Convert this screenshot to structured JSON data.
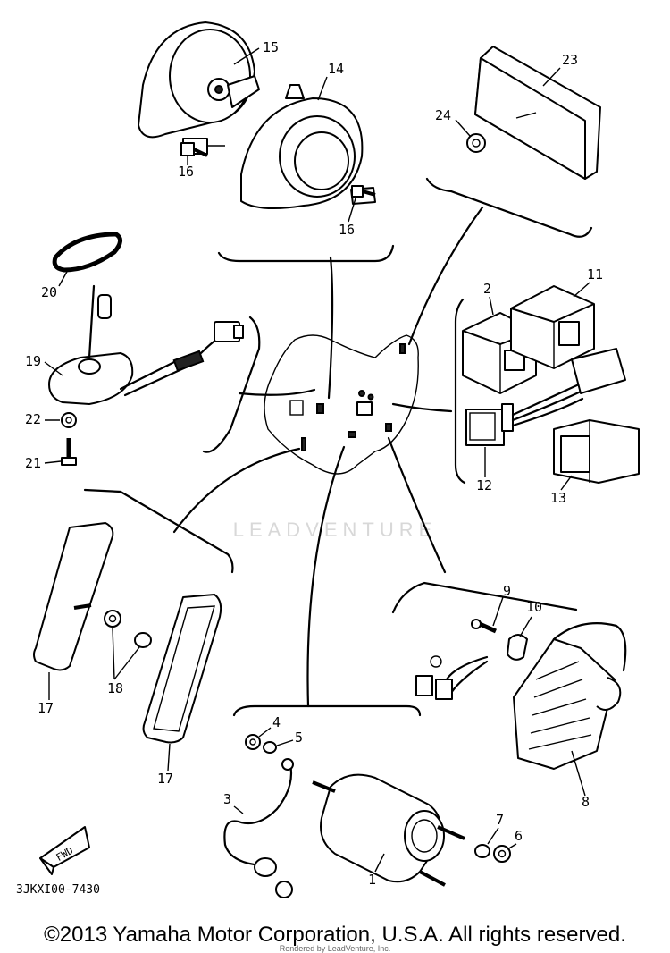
{
  "diagram": {
    "code": "3JKXI00-7430",
    "watermark": "LEADVENTURE",
    "copyright": "©2013 Yamaha Motor Corporation, U.S.A. All rights reserved.",
    "rendered_by": "Rendered by LeadVenture, Inc.",
    "fwd_label": "FWD",
    "callouts": [
      "15",
      "14",
      "23",
      "24",
      "16",
      "16",
      "20",
      "2",
      "11",
      "19",
      "22",
      "21",
      "12",
      "13",
      "9",
      "10",
      "17",
      "18",
      "17",
      "4",
      "5",
      "3",
      "7",
      "6",
      "8",
      "1"
    ]
  }
}
